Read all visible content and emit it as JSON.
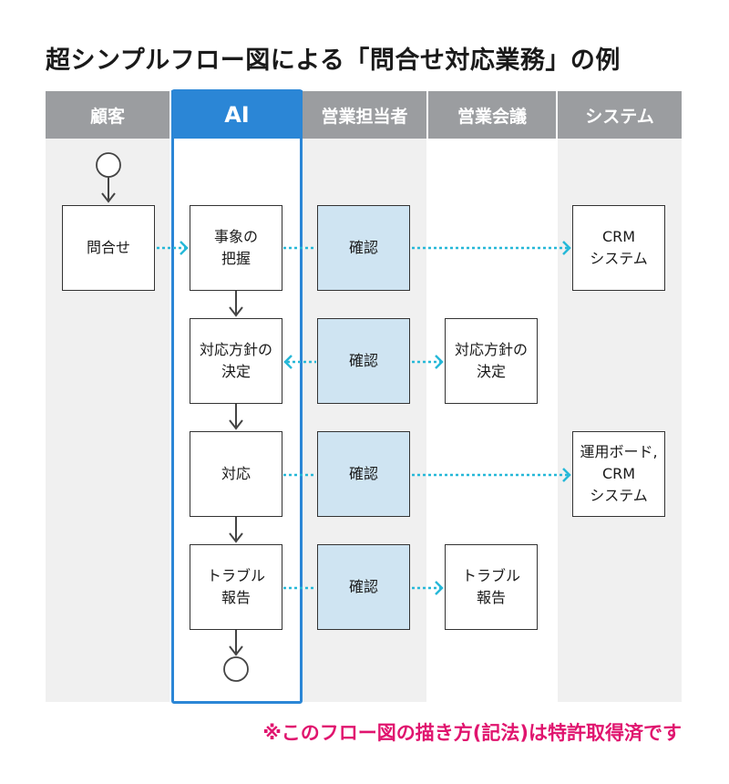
{
  "title": "超シンプルフロー図による「問合せ対応業務」の例",
  "lanes": [
    {
      "label": "顧客"
    },
    {
      "label": "AI"
    },
    {
      "label": "営業担当者"
    },
    {
      "label": "営業会議"
    },
    {
      "label": "システム"
    }
  ],
  "nodes": {
    "inquiry": "問合せ",
    "grasp_line1": "事象の",
    "grasp_line2": "把握",
    "confirm1": "確認",
    "crm1_line1": "CRM",
    "crm1_line2": "システム",
    "policy_line1": "対応方針の",
    "policy_line2": "決定",
    "confirm2": "確認",
    "meeting_policy_line1": "対応方針の",
    "meeting_policy_line2": "決定",
    "respond": "対応",
    "confirm3": "確認",
    "crm2_line1": "運用ボード,",
    "crm2_line2": "CRM",
    "crm2_line3": "システム",
    "trouble_line1": "トラブル",
    "trouble_line2": "報告",
    "confirm4": "確認",
    "meeting_trouble_line1": "トラブル",
    "meeting_trouble_line2": "報告"
  },
  "note": "※このフロー図の描き方(記法)は特許取得済です",
  "colors": {
    "ai_blue": "#2b86d6",
    "lane_header_gray": "#9b9da0",
    "confirm_fill": "#cfe4f2",
    "dotted_arrow": "#26b8d8",
    "note_pink": "#e0146e"
  }
}
